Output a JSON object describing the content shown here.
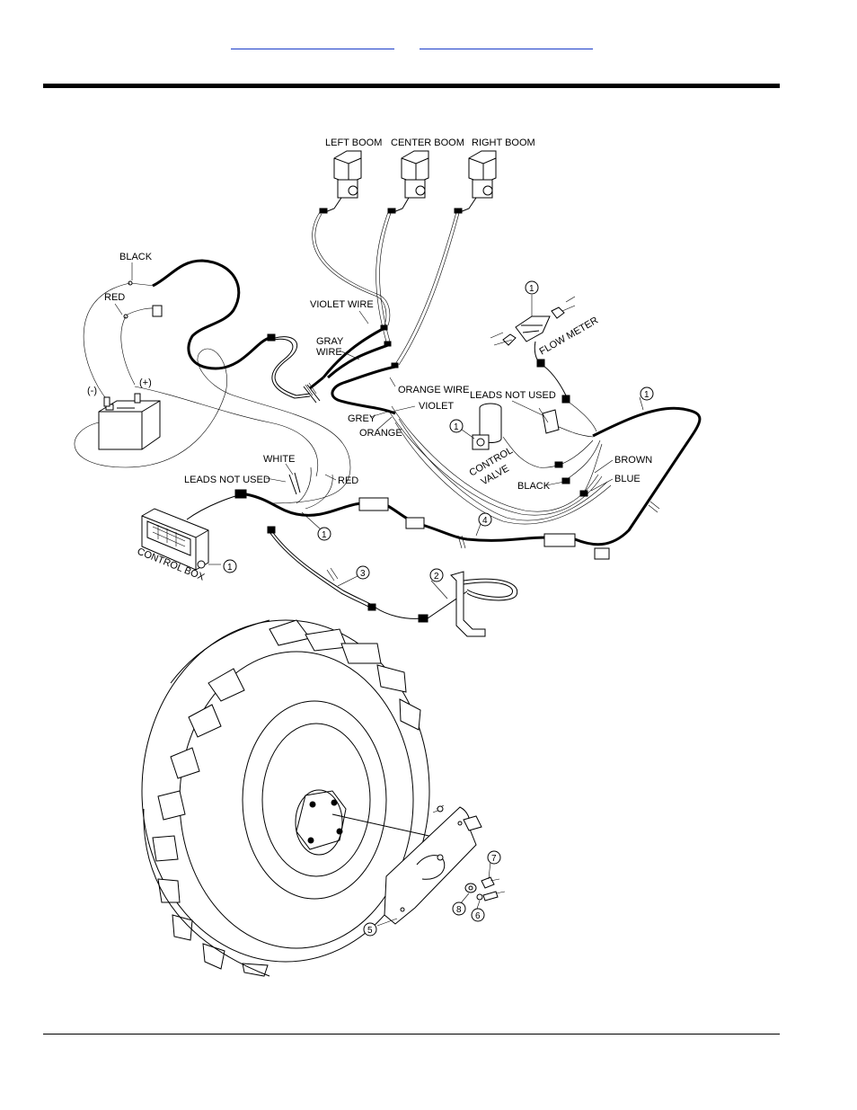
{
  "header": {
    "links": [
      {
        "label": ""
      },
      {
        "label": ""
      }
    ]
  },
  "diagram": {
    "labels": {
      "left_boom": "LEFT BOOM",
      "center_boom": "CENTER BOOM",
      "right_boom": "RIGHT BOOM",
      "black_top": "BLACK",
      "red_top": "RED",
      "negative": "(-)",
      "positive": "(+)",
      "violet_wire": "VIOLET WIRE",
      "gray_wire_1": "GRAY",
      "gray_wire_2": "WIRE",
      "orange_wire": "ORANGE WIRE",
      "grey": "GREY",
      "violet": "VIOLET",
      "orange": "ORANGE",
      "flow_meter": "FLOW METER",
      "leads_not_used_right": "LEADS NOT USED",
      "control_valve_1": "CONTROL",
      "control_valve_2": "VALVE",
      "brown": "BROWN",
      "black_mid": "BLACK",
      "blue": "BLUE",
      "white": "WHITE",
      "leads_not_used_left": "LEADS NOT USED",
      "red_mid": "RED",
      "control_box": "CONTROL BOX"
    },
    "callouts": {
      "flow_meter": "1",
      "harness_right": "1",
      "control_valve": "1",
      "harness_mid": "1",
      "control_box": "1",
      "sensor": "2",
      "cable": "3",
      "extension": "4",
      "plate": "5",
      "bolt": "6",
      "nut": "7",
      "washer": "8"
    }
  }
}
